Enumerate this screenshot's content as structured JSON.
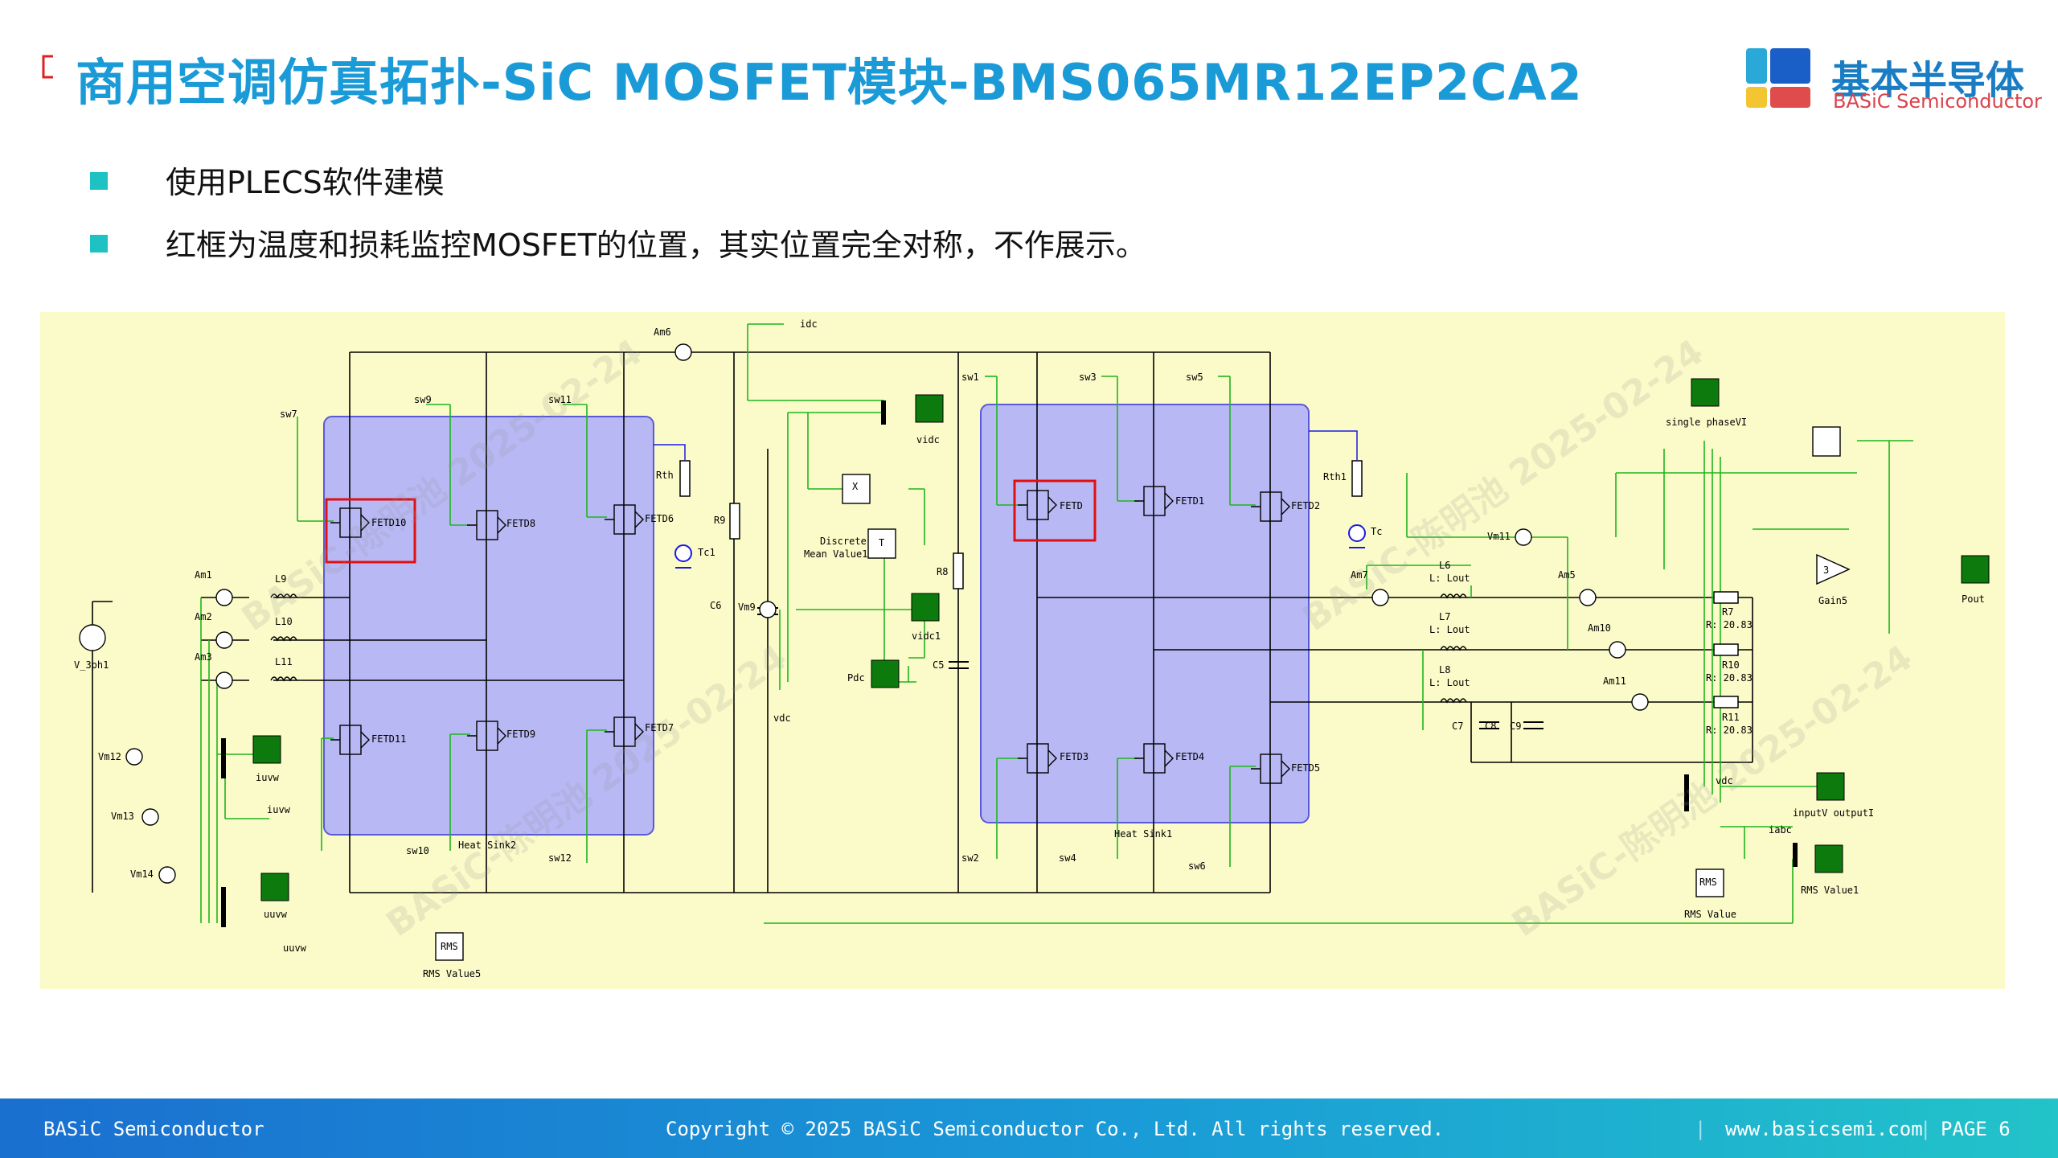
{
  "header": {
    "title": "商用空调仿真拓扑-SiC MOSFET模块-BMS065MR12EP2CA2",
    "logo_cn": "基本半导体",
    "logo_en": "BASiC Semiconductor"
  },
  "bullets": [
    "使用PLECS软件建模",
    "红框为温度和损耗监控MOSFET的位置，其实位置完全对称，不作展示。"
  ],
  "schematic": {
    "watermark_text": "BASiC-陈明池 2025-02-24",
    "left_bridge": {
      "sink_label": "Heat Sink2",
      "fets": [
        "FETD10",
        "FETD8",
        "FETD6",
        "FETD11",
        "FETD9",
        "FETD7"
      ],
      "gates": [
        "sw7",
        "sw9",
        "sw11",
        "sw10",
        "sw12"
      ],
      "inductors": [
        "L9",
        "L10",
        "L11"
      ],
      "ammeters": [
        "Am1",
        "Am2",
        "Am3"
      ],
      "source": "V_3ph1",
      "voltmeters": [
        "Vm12",
        "Vm13",
        "Vm14"
      ],
      "scopes": [
        "iuvw",
        "uuvw"
      ],
      "goto": [
        "iuvw",
        "uuvw"
      ],
      "rms": [
        "RMS",
        "RMS Value5"
      ],
      "rth": "Rth",
      "tc": "Tc1"
    },
    "dc_link": {
      "ammeter": "Am6",
      "idc": "idc",
      "vidc": "vidc",
      "vidc1": "vidc1",
      "r9": "R9",
      "c6": "C6",
      "vm9": "Vm9",
      "vdc": "vdc",
      "product": "X",
      "mean_label_1": "Discrete",
      "mean_label_2": "Mean Value1",
      "mean_sym": "T",
      "pdc": "Pdc",
      "r8": "R8",
      "c5": "C5"
    },
    "right_bridge": {
      "sink_label": "Heat Sink1",
      "fets": [
        "FETD",
        "FETD1",
        "FETD2",
        "FETD3",
        "FETD4",
        "FETD5"
      ],
      "gates": [
        "sw1",
        "sw3",
        "sw5",
        "sw2",
        "sw4",
        "sw6"
      ],
      "rth": "Rth1",
      "tc": "Tc",
      "am7": "Am7",
      "vm11": "Vm11"
    },
    "output": {
      "inductors": [
        {
          "name": "L6",
          "val": "L: Lout"
        },
        {
          "name": "L7",
          "val": "L: Lout"
        },
        {
          "name": "L8",
          "val": "L: Lout"
        }
      ],
      "resistors": [
        {
          "name": "R7",
          "val": "R: 20.83"
        },
        {
          "name": "R10",
          "val": "R: 20.83"
        },
        {
          "name": "R11",
          "val": "R: 20.83"
        }
      ],
      "ammeters": [
        "Am5",
        "Am10",
        "Am11"
      ],
      "caps": [
        "C7",
        "C8",
        "C9"
      ],
      "single_phase": "single phaseVI",
      "gain_value": "3",
      "gain_label": "Gain5",
      "pout": "Pout",
      "vdc": "vdc",
      "iabc": "iabc",
      "io_scope": "inputV outputI",
      "rms": "RMS",
      "rms_value": "RMS Value",
      "rms_value1": "RMS Value1"
    }
  },
  "footer": {
    "left": "BASiC Semiconductor",
    "center": "Copyright © 2025 BASiC Semiconductor Co., Ltd. All rights reserved.",
    "url": "www.basicsemi.com",
    "page": "PAGE 6"
  }
}
